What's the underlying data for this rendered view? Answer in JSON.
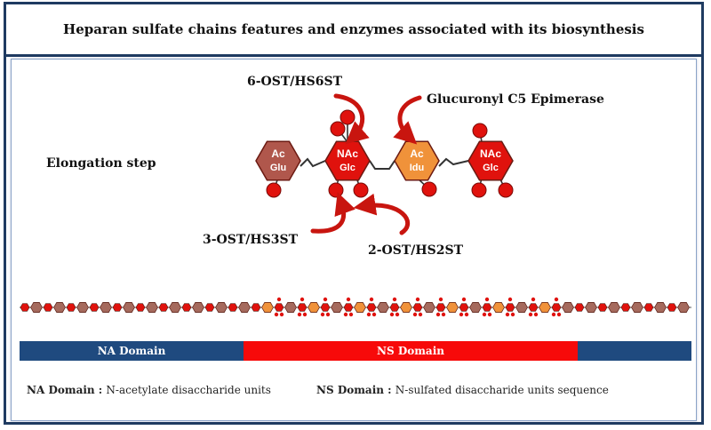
{
  "title": "Heparan sulfate chains features and enzymes associated with its biosynthesis",
  "step_label": "Elongation step",
  "enzymes": {
    "six_ost": "6-OST/HS6ST",
    "epimerase": "Glucuronyl C5 Epimerase",
    "three_ost": "3-OST/HS3ST",
    "two_ost": "2-OST/HS2ST"
  },
  "sugars": [
    {
      "line1": "Ac",
      "line2": "Glu",
      "color": "#b0574c"
    },
    {
      "line1": "NAc",
      "line2": "Glc",
      "color": "#e0120d"
    },
    {
      "line1": "Ac",
      "line2": "Idu",
      "color": "#f0923a"
    },
    {
      "line1": "NAc",
      "line2": "Glc",
      "color": "#e0120d"
    }
  ],
  "domains": {
    "na": {
      "label": "NA Domain",
      "color": "#1f4a7f"
    },
    "ns": {
      "label": "NS Domain",
      "color": "#f70a0a"
    }
  },
  "legend": {
    "na_term": "NA Domain",
    "na_sep": " : ",
    "na_text": "N-acetylate disaccharide units",
    "ns_term": "NS Domain",
    "ns_sep": " : ",
    "ns_text": "N-sulfated disaccharide units sequence"
  },
  "colors": {
    "frame": "#1f3b61",
    "arrow": "#c8150f",
    "sulfate": "#e0120d",
    "brown": "#a56a5d",
    "orange": "#f0923a"
  }
}
